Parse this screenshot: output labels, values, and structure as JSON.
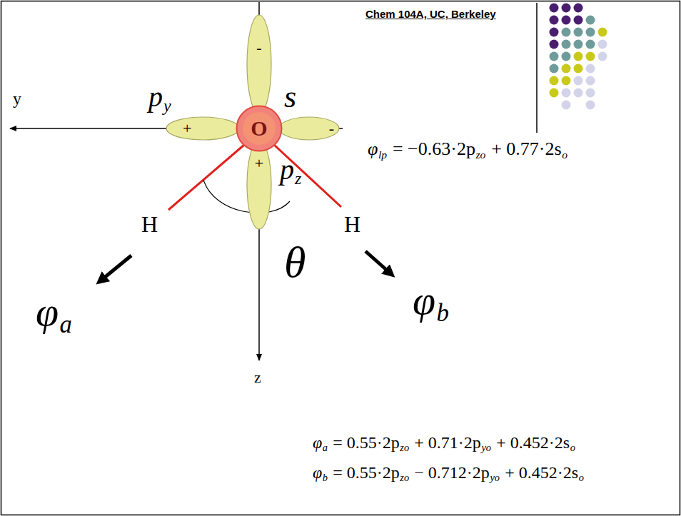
{
  "diagram": {
    "nodes": [
      {
        "text": [
          "-"
        ]
      },
      {
        "text": [
          "+"
        ]
      },
      {
        "text": [
          "O"
        ]
      },
      {
        "text": [
          "-"
        ]
      },
      {
        "text": [
          "+"
        ]
      }
    ],
    "labels": [
      "Chem 104A, UC, Berkeley",
      "y",
      "z",
      "p",
      "y",
      "s",
      "p",
      "z",
      "H",
      "H",
      "θ",
      "φ",
      "a",
      "φ",
      "b",
      "φ",
      "lp",
      "= −0.63·2p",
      "zo",
      "+ 0.77·2s",
      "o",
      "φ",
      "a",
      "= 0.55·2p",
      "zo",
      "+ 0.71·2p",
      "yo",
      "+ 0.452·2s",
      "o",
      "φ",
      "b",
      "= 0.55·2p",
      "zo",
      "− 0.712·2p",
      "yo",
      "+ 0.452·2s",
      "o"
    ]
  }
}
